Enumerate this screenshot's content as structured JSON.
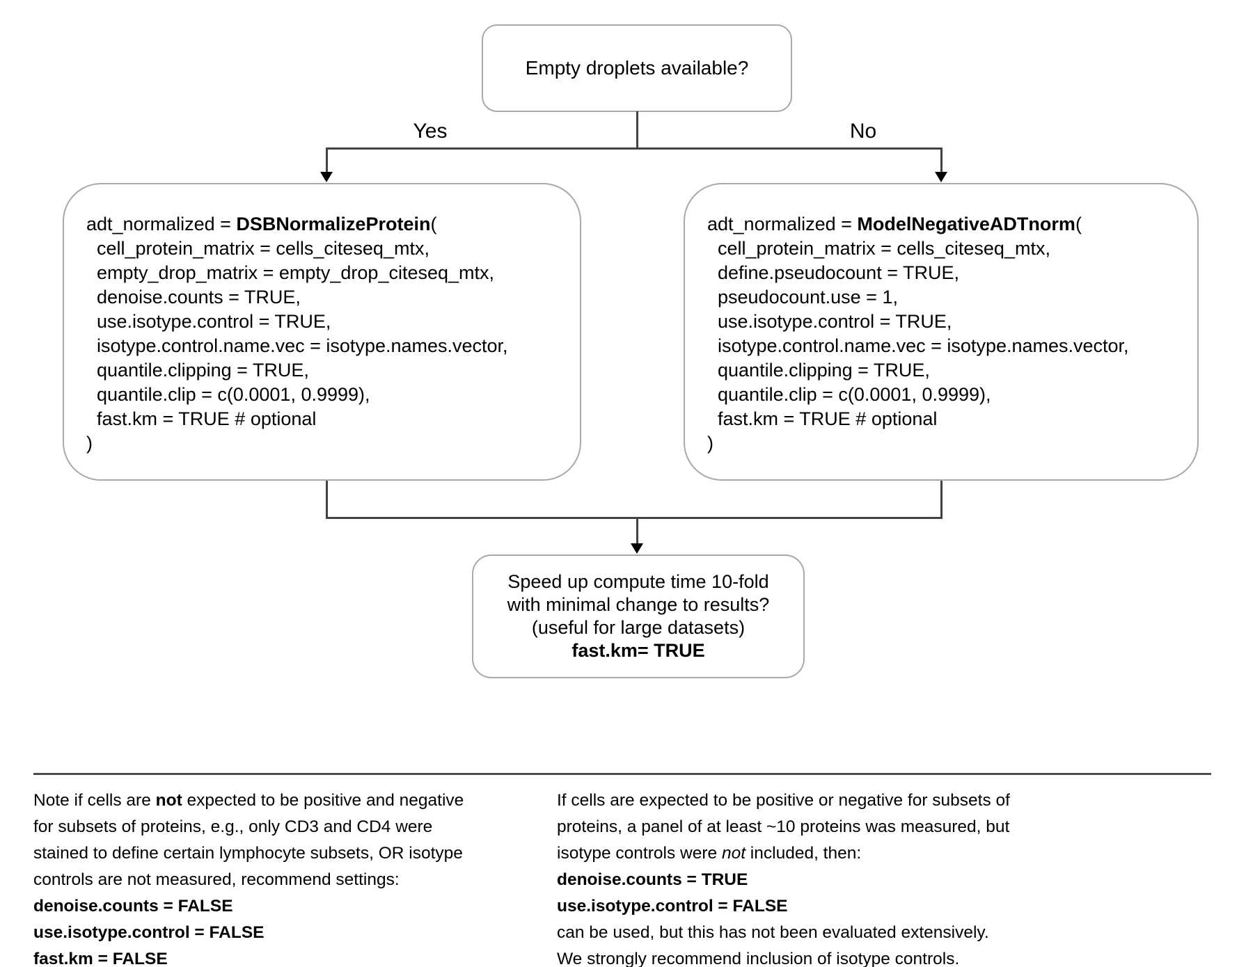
{
  "colors": {
    "background": "#ffffff",
    "box_border": "#a8a8a8",
    "connector_line": "#434343",
    "arrowhead": "#000000",
    "text": "#000000",
    "divider": "#4d4d4d"
  },
  "top_box": {
    "label": "Empty droplets available?"
  },
  "branches": {
    "yes_label": "Yes",
    "no_label": "No"
  },
  "code_boxes": {
    "dsb": {
      "lines": [
        [
          {
            "t": "adt_normalized = "
          },
          {
            "t": "DSBNormalizeProtein",
            "b": true
          },
          {
            "t": "("
          }
        ],
        [
          {
            "t": "  cell_protein_matrix = cells_citeseq_mtx,"
          }
        ],
        [
          {
            "t": "  empty_drop_matrix = empty_drop_citeseq_mtx,"
          }
        ],
        [
          {
            "t": "  denoise.counts = TRUE,"
          }
        ],
        [
          {
            "t": "  use.isotype.control = TRUE,"
          }
        ],
        [
          {
            "t": "  isotype.control.name.vec = isotype.names.vector,"
          }
        ],
        [
          {
            "t": "  quantile.clipping = TRUE,"
          }
        ],
        [
          {
            "t": "  quantile.clip = c(0.0001, 0.9999),"
          }
        ],
        [
          {
            "t": "  fast.km = TRUE # optional"
          }
        ],
        [
          {
            "t": ")"
          }
        ]
      ]
    },
    "model_negative": {
      "lines": [
        [
          {
            "t": "adt_normalized = "
          },
          {
            "t": "ModelNegativeADTnorm",
            "b": true
          },
          {
            "t": "("
          }
        ],
        [
          {
            "t": "  cell_protein_matrix = cells_citeseq_mtx,"
          }
        ],
        [
          {
            "t": "  define.pseudocount = TRUE,"
          }
        ],
        [
          {
            "t": "  pseudocount.use = 1,"
          }
        ],
        [
          {
            "t": "  use.isotype.control = TRUE,"
          }
        ],
        [
          {
            "t": "  isotype.control.name.vec = isotype.names.vector,"
          }
        ],
        [
          {
            "t": "  quantile.clipping = TRUE,"
          }
        ],
        [
          {
            "t": "  quantile.clip = c(0.0001, 0.9999),"
          }
        ],
        [
          {
            "t": "  fast.km = TRUE # optional"
          }
        ],
        [
          {
            "t": ")"
          }
        ]
      ]
    }
  },
  "result_box": {
    "lines": [
      [
        {
          "t": "Speed up compute time 10-fold"
        }
      ],
      [
        {
          "t": "with minimal change to results?"
        }
      ],
      [
        {
          "t": "(useful for large datasets)"
        }
      ],
      [
        {
          "t": "fast.km= TRUE",
          "b": true
        }
      ]
    ]
  },
  "footnotes": {
    "left": [
      [
        {
          "t": "Note if cells are "
        },
        {
          "t": "not",
          "b": true
        },
        {
          "t": " expected to be positive and negative"
        }
      ],
      [
        {
          "t": "for subsets of proteins, e.g., only CD3 and CD4 were"
        }
      ],
      [
        {
          "t": "stained to define certain lymphocyte subsets, OR isotype"
        }
      ],
      [
        {
          "t": "controls are not measured, recommend settings:"
        }
      ],
      [
        {
          "t": "denoise.counts = FALSE",
          "b": true
        }
      ],
      [
        {
          "t": "use.isotype.control = FALSE",
          "b": true
        }
      ],
      [
        {
          "t": "fast.km = FALSE",
          "b": true
        }
      ]
    ],
    "right": [
      [
        {
          "t": "If cells are expected to be positive or negative for subsets of"
        }
      ],
      [
        {
          "t": "proteins, a panel of at least ~10 proteins was measured, but"
        }
      ],
      [
        {
          "t": "isotype controls were "
        },
        {
          "t": "not",
          "i": true
        },
        {
          "t": " included, then:"
        }
      ],
      [
        {
          "t": "denoise.counts = TRUE",
          "b": true
        }
      ],
      [
        {
          "t": "use.isotype.control = FALSE",
          "b": true
        }
      ],
      [
        {
          "t": "can be used, but this has not been evaluated extensively."
        }
      ],
      [
        {
          "t": "We strongly recommend inclusion of isotype controls."
        }
      ]
    ]
  }
}
